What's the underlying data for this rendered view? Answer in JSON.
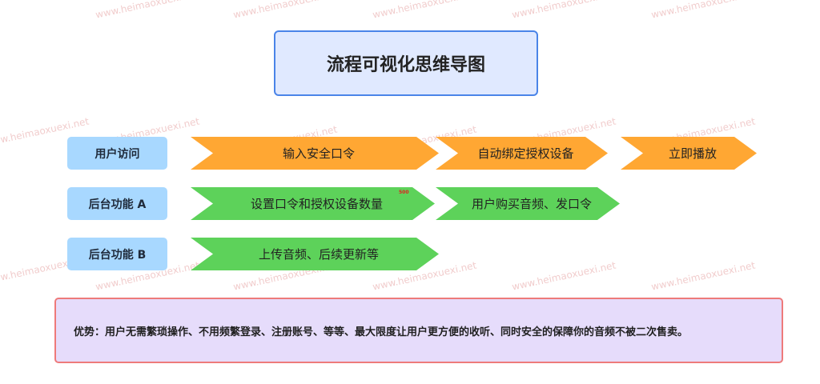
{
  "watermark_text": "www.heimaoxuexi.net",
  "title": "流程可视化思维导图",
  "rows": [
    {
      "label": "用户访问",
      "steps": [
        "输入安全口令",
        "自动绑定授权设备",
        "立即播放"
      ],
      "color": "#ffa733"
    },
    {
      "label": "后台功能 A",
      "steps": [
        "设置口令和授权设备数量",
        "用户购买音频、发口令"
      ],
      "color": "#5dd25a"
    },
    {
      "label": "后台功能 B",
      "steps": [
        "上传音频、后续更新等"
      ],
      "color": "#5dd25a"
    }
  ],
  "tiny_mark": "500",
  "footer_text": "优势：用户无需繁琐操作、不用频繁登录、注册账号、等等、最大限度让用户更方便的收听、同时安全的保障你的音频不被二次售卖。",
  "colors": {
    "title_bg": "#e0e9ff",
    "title_border": "#4a84e8",
    "label_bg": "#a8d8ff",
    "footer_bg": "#e6dcfb",
    "footer_border": "#ee7a7a"
  }
}
